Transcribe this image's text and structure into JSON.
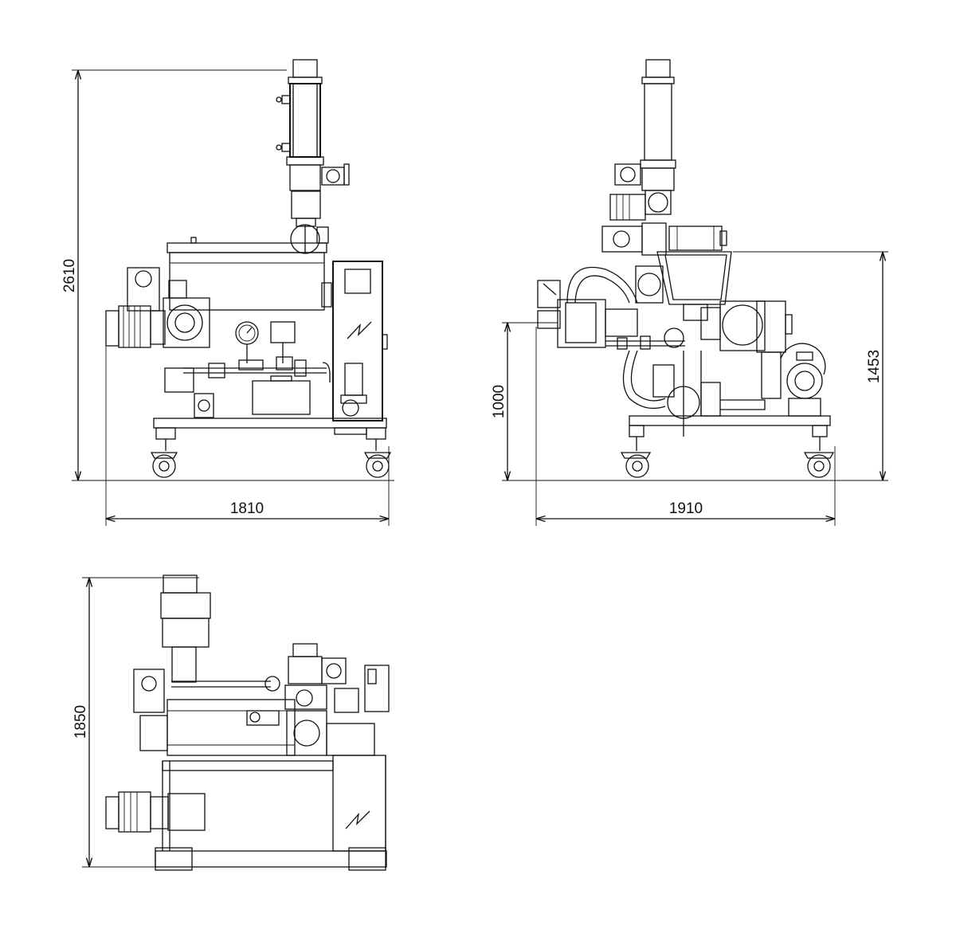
{
  "dimensions": {
    "front_height": "2610",
    "front_width": "1810",
    "side_height_low": "1000",
    "side_height_high": "1453",
    "side_width": "1910",
    "top_depth": "1850"
  },
  "colors": {
    "line": "#111111",
    "background": "#ffffff"
  },
  "views": [
    "front-elevation",
    "side-elevation",
    "plan-view"
  ]
}
